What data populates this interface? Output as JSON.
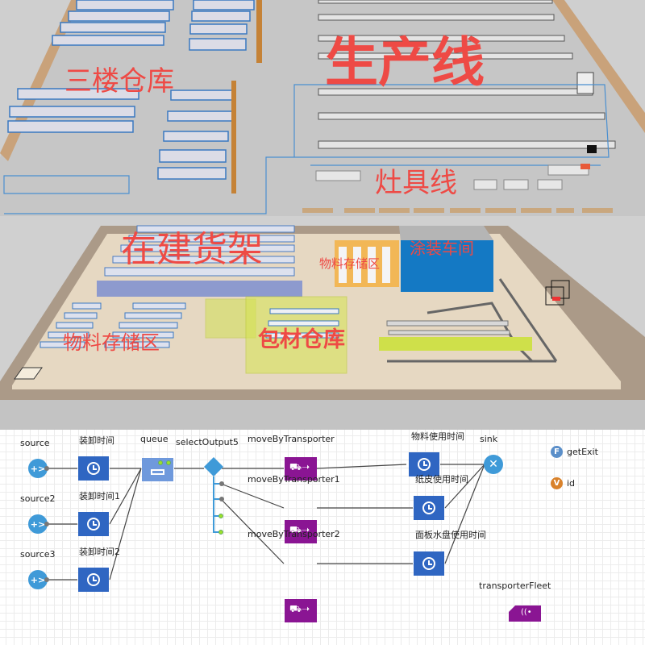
{
  "scene_top": {
    "labels": {
      "third_floor_warehouse": "三楼仓库",
      "production_line": "生产线",
      "stove_line": "灶具线"
    }
  },
  "scene_bottom": {
    "labels": {
      "racks_under_construction": "在建货架",
      "material_storage_left": "物料存储区",
      "packaging_warehouse": "包材仓库",
      "material_storage_right": "物料存储区",
      "painting_workshop": "涂装车间"
    }
  },
  "colors": {
    "annotation_red": "#ee4a45",
    "delay_block": "#2f66c2",
    "transporter_block": "#8a1593",
    "source_sink": "#3f9ad8",
    "function_icon": "#5b8fc9",
    "variable_icon": "#d9822b"
  },
  "diagram": {
    "blocks": {
      "source": "source",
      "source2": "source2",
      "source3": "source3",
      "delay1": "装卸时间",
      "delay2": "装卸时间1",
      "delay3": "装卸时间2",
      "queue": "queue",
      "select_output": "selectOutput5",
      "mbt1": "moveByTransporter",
      "mbt2": "moveByTransporter1",
      "mbt3": "moveByTransporter2",
      "use1": "物料使用时间",
      "use2": "纸皮使用时间",
      "use3": "面板水盘使用时间",
      "sink": "sink",
      "fleet": "transporterFleet"
    },
    "elements": {
      "function_name": "getExit",
      "function_glyph": "F",
      "variable_name": "id",
      "variable_glyph": "V"
    },
    "glyphs": {
      "source": "+>",
      "sink": "✕"
    }
  }
}
